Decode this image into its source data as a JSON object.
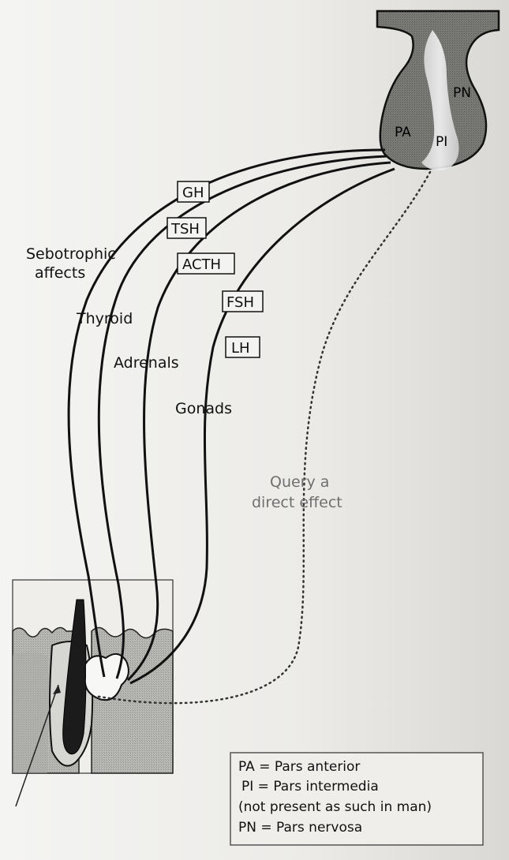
{
  "gland": {
    "pa": "PA",
    "pi": "PI",
    "pn": "PN"
  },
  "hormones": {
    "gh": "GH",
    "tsh": "TSH",
    "acth": "ACTH",
    "fsh": "FSH",
    "lh": "LH"
  },
  "targets": {
    "sebotrophic_line1": "Sebotrophic",
    "sebotrophic_line2": "affects",
    "thyroid": "Thyroid",
    "adrenals": "Adrenals",
    "gonads": "Gonads"
  },
  "query": {
    "line1": "Query a",
    "line2": "direct effect"
  },
  "legend": {
    "line1": "PA = Pars anterior",
    "line2": "PI = Pars intermedia",
    "line3": "(not present as such in man)",
    "line4": "PN = Pars nervosa"
  }
}
